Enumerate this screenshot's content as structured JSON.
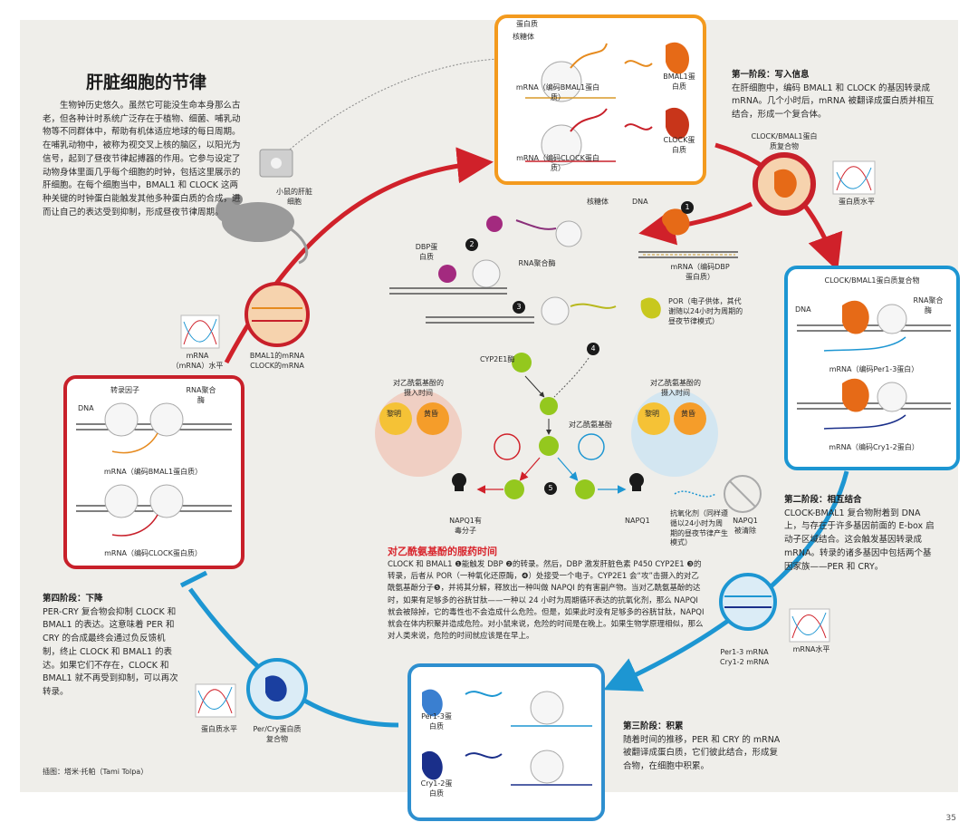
{
  "title": "肝脏细胞的节律",
  "intro": "生物钟历史悠久。虽然它可能没生命本身那么古老，但各种计时系统广泛存在于植物、细菌、哺乳动物等不同群体中，帮助有机体适应地球的每日周期。在哺乳动物中，被称为视交叉上核的脑区，以阳光为信号，起到了昼夜节律起搏器的作用。它参与设定了动物身体里面几乎每个细胞的时钟，包括这里展示的肝细胞。在每个细胞当中，BMAL1 和 CLOCK 这两种关键的时钟蛋白能触发其他多种蛋白质的合成，进而让自己的表达受到抑制，形成昼夜节律周期。",
  "mouse_label": "小鼠的肝脏细胞",
  "top_box": {
    "protein": "蛋白质",
    "ribosome": "核糖体",
    "mrna1": "mRNA（编码BMAL1蛋白质）",
    "mrna2": "mRNA（编码CLOCK蛋白质）",
    "bmal1": "BMAL1蛋白质",
    "clock": "CLOCK蛋白质"
  },
  "stage1": {
    "title": "第一阶段：写入信息",
    "body": "在肝细胞中，编码 BMAL1 和 CLOCK 的基因转录成 mRNA。几个小时后，mRNA 被翻译成蛋白质并相互结合，形成一个复合体。",
    "complex_label": "CLOCK/BMAL1蛋白质复合物",
    "level": "蛋白质水平"
  },
  "stage2_box": {
    "title": "CLOCK/BMAL1蛋白质复合物",
    "dna": "DNA",
    "rnapol": "RNA聚合酶",
    "mrna_per": "mRNA（编码Per1-3蛋白）",
    "mrna_cry": "mRNA（编码Cry1-2蛋白）"
  },
  "stage2": {
    "title": "第二阶段：相互结合",
    "body": "CLOCK-BMAL1 复合物附着到 DNA 上，与存在于许多基因前面的 E-box 启动子区域结合。这会触发基因转录成 mRNA。转录的诸多基因中包括两个基因家族——PER 和 CRY。"
  },
  "stage3_box": {
    "per": "Per1-3蛋白质",
    "cry": "Cry1-2蛋白质",
    "mrna_left": "Per1-3 mRNA Cry1-2 mRNA",
    "level": "mRNA水平"
  },
  "stage3": {
    "title": "第三阶段：积累",
    "body": "随着时间的推移，PER 和 CRY 的 mRNA 被翻译成蛋白质，它们彼此结合，形成复合物，在细胞中积累。"
  },
  "stage4": {
    "title": "第四阶段：下降",
    "body": "PER-CRY 复合物会抑制 CLOCK 和 BMAL1 的表达。这意味着 PER 和 CRY 的合成最终会通过负反馈机制，终止 CLOCK 和 BMAL1 的表达。如果它们不存在，CLOCK 和 BMAL1 就不再受到抑制，可以再次转录。",
    "per_cry": "Per/Cry蛋白质复合物",
    "level": "蛋白质水平"
  },
  "left_box": {
    "tf": "转录因子",
    "rnapol": "RNA聚合酶",
    "dna": "DNA",
    "mrna1": "mRNA（编码BMAL1蛋白质）",
    "mrna2": "mRNA（编码CLOCK蛋白质）"
  },
  "left_circle": {
    "label": "BMAL1的mRNA CLOCK的mRNA",
    "level": "mRNA（mRNA）水平"
  },
  "center": {
    "dna": "DNA",
    "ribosome": "核糖体",
    "dbp": "DBP蛋白质",
    "rnapol": "RNA聚合酶",
    "mrna_dbp": "mRNA（编码DBP蛋白质）",
    "por": "POR（电子供体，其代谢随以24小时为周期的昼夜节律模式）",
    "cyp": "CYP2E1酶",
    "paracetamol": "对乙酰氨基酚",
    "napqi1": "NAPQ1有毒分子",
    "napqi2": "NAPQ1",
    "napqi3": "NAPQ1被清除",
    "antiox": "抗氧化剂（同样遵循以24小时为周期的昼夜节律产生模式）",
    "dose_left": "对乙酰氨基酚的摄入时间",
    "dose_right": "对乙酰氨基酚的摄入时间",
    "morning": "黎明",
    "evening": "黄昏",
    "morning2": "黎明",
    "evening2": "黄昏",
    "n1": "1",
    "n2": "2",
    "n3": "3",
    "n4": "4",
    "n5": "5"
  },
  "timing": {
    "title": "对乙酰氨基酚的服药时间",
    "body": "CLOCK 和 BMAL1 ❶能触发 DBP ❷的转录。然后，DBP 激发肝脏色素 P450 CYP2E1 ❸的转录，后者从 POR（一种氧化还原酶，❹）处接受一个电子。CYP2E1 会“攻”击摄入的对乙酰氨基酚分子❺，并将其分解，释放出一种叫做 NAPQI 的有害副产物。当对乙酰氨基酚的达时，如果有足够多的谷胱甘肽——一种以 24 小时为周期循环表达的抗氧化剂，那么 NAPQI 就会被除掉，它的毒性也不会造成什么危险。但是，如果此时没有足够多的谷胱甘肽，NAPQI 就会在体内积聚并造成危险。对小鼠来说，危险的时间是在晚上。如果生物学原理相似，那么对人类来说，危险的时间就应该是在早上。"
  },
  "credit": "插图：塔米·托帕（Tami Tolpa）",
  "page_number": "35",
  "colors": {
    "orange": "#f39a1e",
    "red": "#c8202a",
    "blue": "#1d96d2",
    "panel": "#efeeea"
  }
}
